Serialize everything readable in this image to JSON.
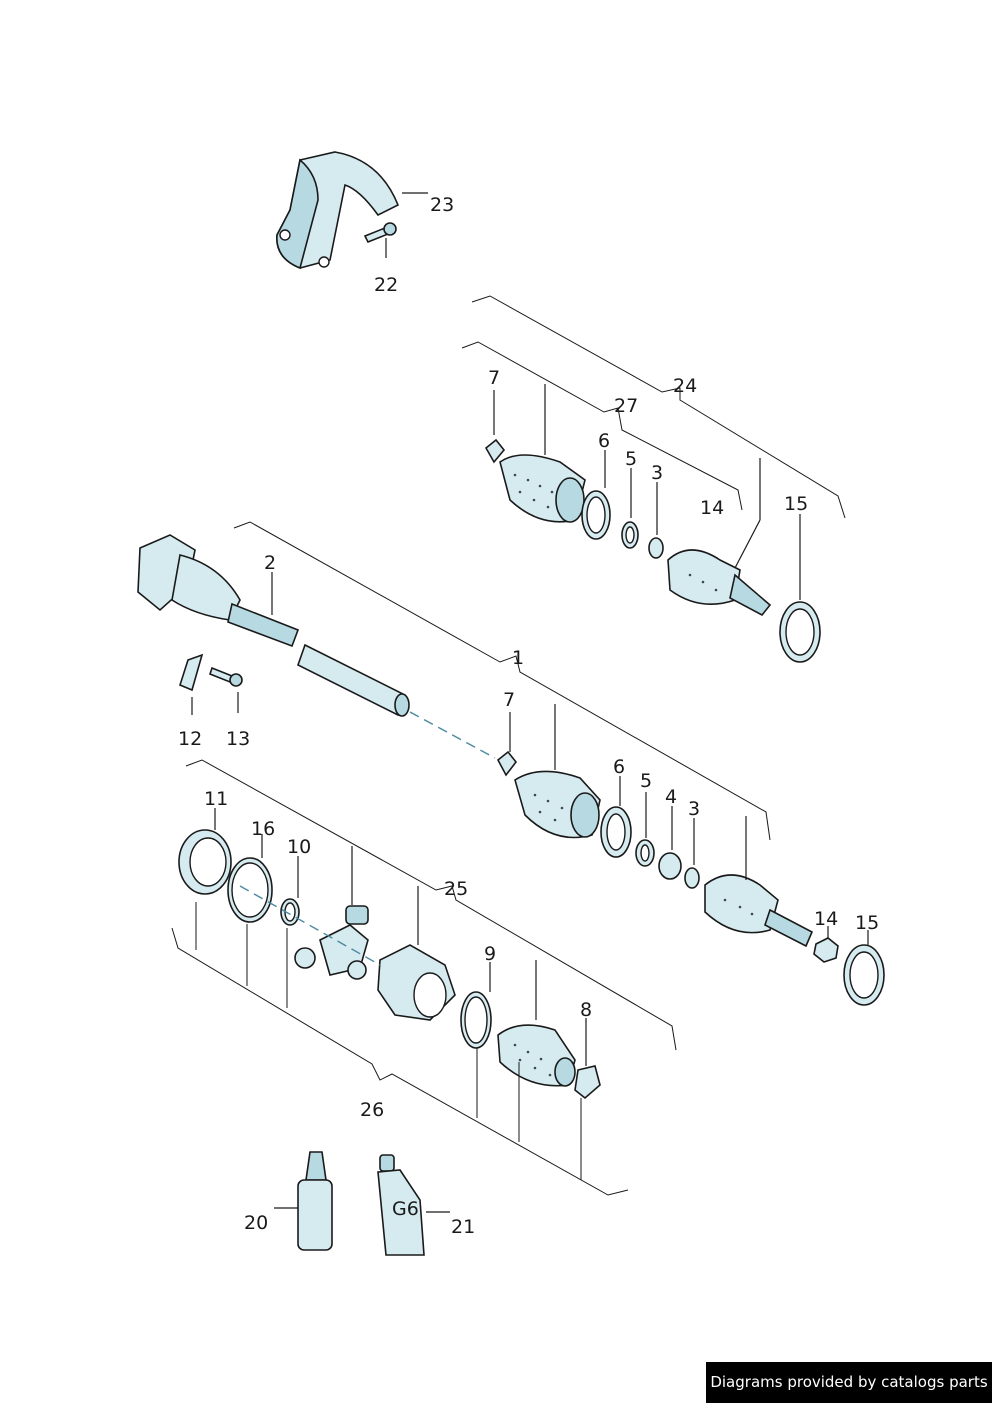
{
  "labels": {
    "p23": "23",
    "p22": "22",
    "p24": "24",
    "p27": "27",
    "p7a": "7",
    "p6a": "6",
    "p5a": "5",
    "p3a": "3",
    "p14a": "14",
    "p15a": "15",
    "p2": "2",
    "p1": "1",
    "p12": "12",
    "p13": "13",
    "p7b": "7",
    "p6b": "6",
    "p5b": "5",
    "p4": "4",
    "p3b": "3",
    "p14b": "14",
    "p15b": "15",
    "p11": "11",
    "p16": "16",
    "p10": "10",
    "p25": "25",
    "p9": "9",
    "p8": "8",
    "p26": "26",
    "p20": "20",
    "p21": "21"
  },
  "tube_marking": "G6",
  "credit": "Diagrams provided by catalogs parts",
  "colors": {
    "part_fill": "#d6ebf0",
    "part_shade": "#b7d9e2",
    "outline": "#1a1a1a"
  }
}
